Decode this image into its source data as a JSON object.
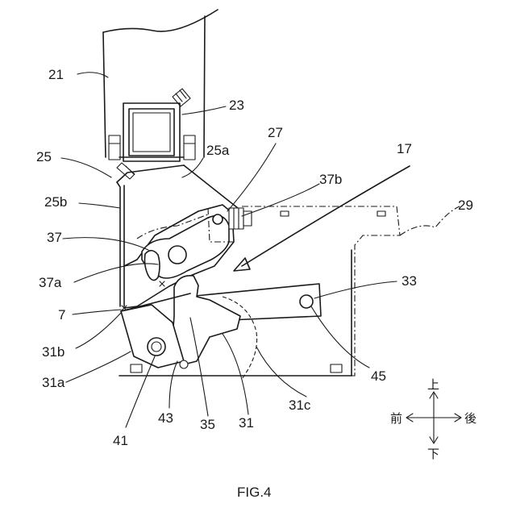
{
  "figure": {
    "caption": "FIG.4",
    "labels": {
      "l21": "21",
      "l23": "23",
      "l25": "25",
      "l25a": "25a",
      "l25b": "25b",
      "l27": "27",
      "l37b": "37b",
      "l17": "17",
      "l29": "29",
      "l37": "37",
      "l37a": "37a",
      "l33": "33",
      "l7": "7",
      "l31b": "31b",
      "l31a": "31a",
      "l45": "45",
      "l31c": "31c",
      "l43": "43",
      "l35": "35",
      "l31": "31",
      "l41": "41"
    },
    "direction": {
      "up": "上",
      "down": "下",
      "front": "前",
      "rear": "後"
    }
  }
}
